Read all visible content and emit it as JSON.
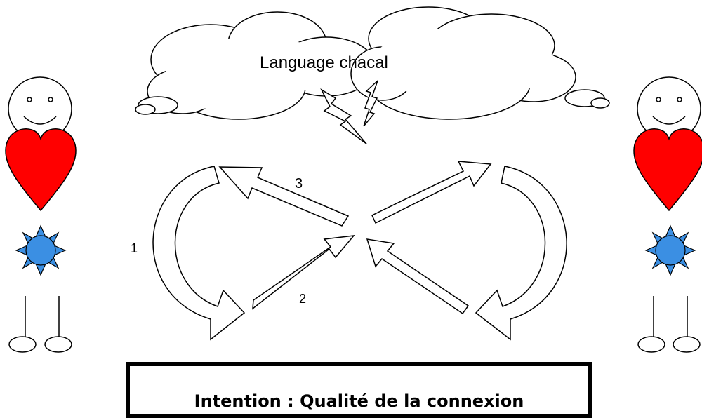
{
  "cloud": {
    "label": "Language chacal"
  },
  "steps": {
    "step1": "1",
    "step2": "2",
    "step3": "3"
  },
  "intention": {
    "text": "Intention : Qualité de la connexion"
  },
  "colors": {
    "heart": "#ff0000",
    "sun": "#3b8fe3",
    "line": "#000000",
    "fill": "#ffffff"
  },
  "figures": [
    {
      "side": "left",
      "parts": [
        "smiley-face",
        "heart",
        "sun",
        "legs",
        "feet"
      ]
    },
    {
      "side": "right",
      "parts": [
        "smiley-face",
        "heart",
        "sun",
        "legs",
        "feet"
      ]
    }
  ]
}
